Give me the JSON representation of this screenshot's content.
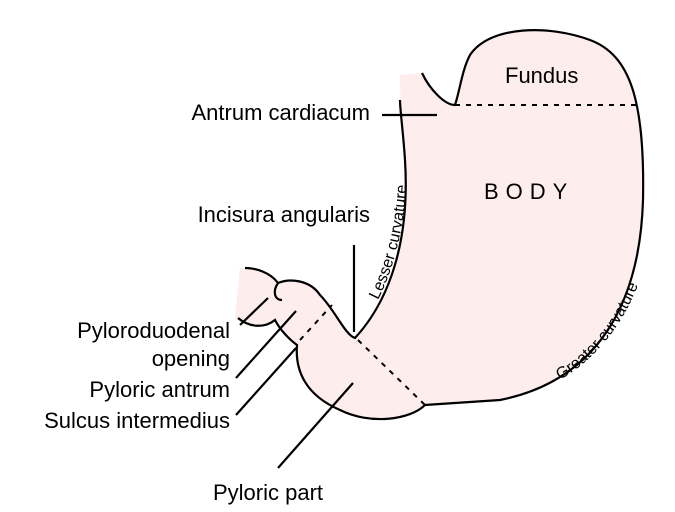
{
  "colors": {
    "fill": "#fdeeed",
    "stroke": "#000000"
  },
  "labels": {
    "fundus": "Fundus",
    "body": "BODY",
    "antrum_cardiacum": "Antrum cardiacum",
    "incisura_angularis": "Incisura angularis",
    "pyloroduodenal_1": "Pyloroduodenal",
    "pyloroduodenal_2": "opening",
    "pyloric_antrum": "Pyloric antrum",
    "sulcus_intermedius": "Sulcus intermedius",
    "pyloric_part": "Pyloric part",
    "lesser_curvature": "Lesser curvature",
    "greater_curvature": "Greater curvature"
  }
}
